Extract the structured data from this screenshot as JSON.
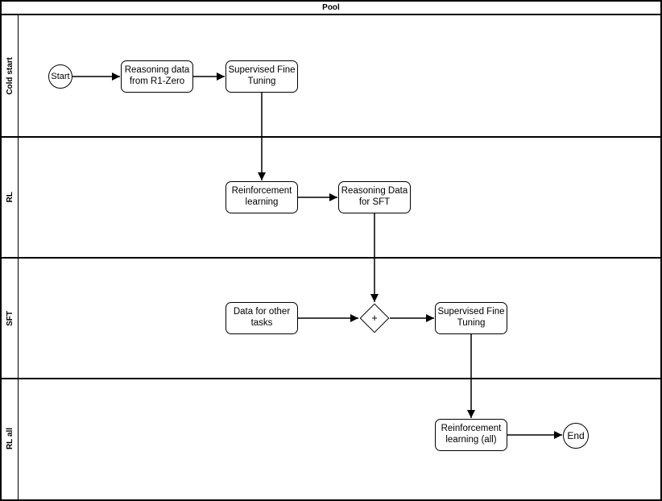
{
  "pool": {
    "title": "Pool"
  },
  "lanes": [
    {
      "label": "Cold start"
    },
    {
      "label": "RL"
    },
    {
      "label": "SFT"
    },
    {
      "label": "RL all"
    }
  ],
  "nodes": {
    "start": {
      "label": "Start"
    },
    "reasoning_r1zero": {
      "label": "Reasoning data from R1-Zero"
    },
    "sft_cold": {
      "label": "Supervised Fine Tuning"
    },
    "rl": {
      "label": "Reinforcement learning"
    },
    "reasoning_sft": {
      "label": "Reasoning Data for SFT"
    },
    "data_other": {
      "label": "Data for other tasks"
    },
    "gateway": {
      "symbol": "+"
    },
    "sft_all": {
      "label": "Supervised Fine Tuning"
    },
    "rl_all": {
      "label": "Reinforcement learning (all)"
    },
    "end": {
      "label": "End"
    }
  },
  "edges": [
    {
      "from": "Start",
      "to": "Reasoning data from R1-Zero"
    },
    {
      "from": "Reasoning data from R1-Zero",
      "to": "Supervised Fine Tuning"
    },
    {
      "from": "Supervised Fine Tuning",
      "to": "Reinforcement learning"
    },
    {
      "from": "Reinforcement learning",
      "to": "Reasoning Data for SFT"
    },
    {
      "from": "Reasoning Data for SFT",
      "to": "+"
    },
    {
      "from": "Data for other tasks",
      "to": "+"
    },
    {
      "from": "+",
      "to": "Supervised Fine Tuning"
    },
    {
      "from": "Supervised Fine Tuning",
      "to": "Reinforcement learning (all)"
    },
    {
      "from": "Reinforcement learning (all)",
      "to": "End"
    }
  ],
  "colors": {
    "stroke": "#000000",
    "fill": "#ffffff"
  }
}
